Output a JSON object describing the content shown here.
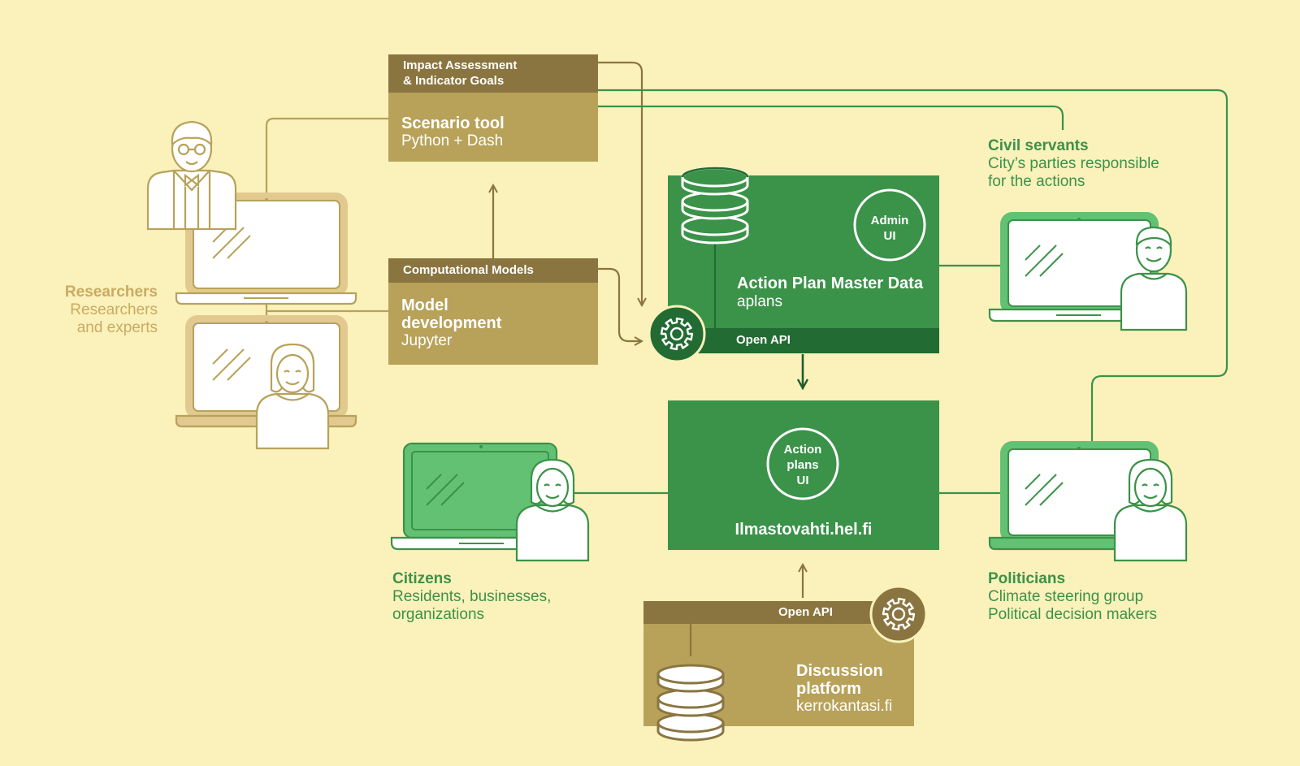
{
  "impact": {
    "header_line1": "Impact Assessment",
    "header_line2": "& Indicator Goals",
    "title": "Scenario tool",
    "subtitle": "Python + Dash"
  },
  "computational": {
    "header": "Computational Models",
    "title_line1": "Model",
    "title_line2": "development",
    "subtitle": "Jupyter"
  },
  "master_data": {
    "title": "Action Plan Master Data",
    "subtitle": "aplans",
    "api_label": "Open API",
    "admin_line1": "Admin",
    "admin_line2": "UI"
  },
  "ilmastovahti": {
    "title": "Ilmastovahti.hel.fi",
    "circle_line1": "Action",
    "circle_line2": "plans",
    "circle_line3": "UI"
  },
  "discussion": {
    "api_label": "Open API",
    "title_line1": "Discussion",
    "title_line2": "platform",
    "subtitle": "kerrokantasi.fi"
  },
  "researchers": {
    "title": "Researchers",
    "sub_line1": "Researchers",
    "sub_line2": "and experts"
  },
  "civil_servants": {
    "title": "Civil servants",
    "sub_line1": "City’s parties responsible",
    "sub_line2": "for the actions"
  },
  "citizens": {
    "title": "Citizens",
    "sub_line1": "Residents, businesses,",
    "sub_line2": "organizations"
  },
  "politicians": {
    "title": "Politicians",
    "sub_line1": "Climate steering group",
    "sub_line2": "Political decision makers"
  },
  "colors": {
    "background": "#fbf1bb",
    "gold_dark": "#8a7540",
    "gold": "#b8a25a",
    "gold_light": "#e2c98f",
    "green": "#3b9249",
    "green_dark": "#226b32",
    "green_light": "#63c174"
  },
  "icons": [
    "database-icon",
    "gear-icon",
    "laptop-icon",
    "person-icon"
  ]
}
